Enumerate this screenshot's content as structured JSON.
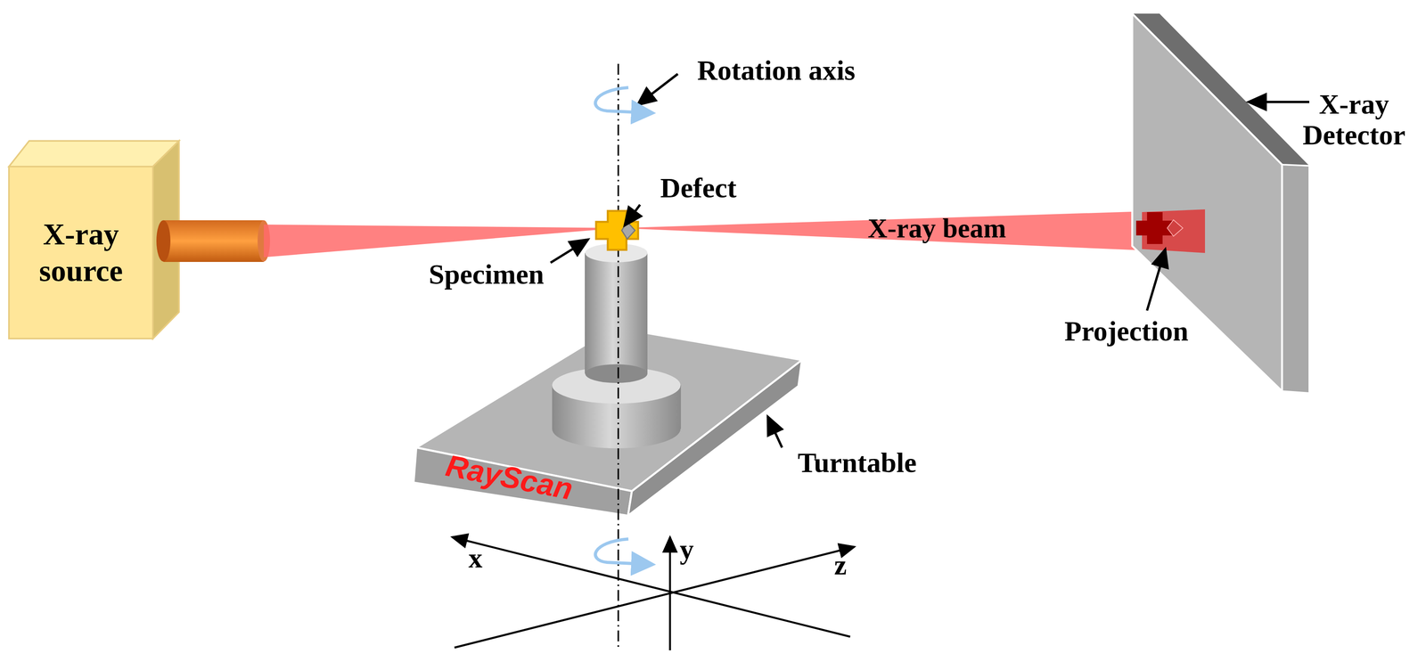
{
  "diagram": {
    "nodes": [
      {
        "text": [
          "X-ray source"
        ]
      }
    ],
    "labels": [
      "Rotation axis",
      "Defect",
      "Specimen",
      "X-ray beam",
      "X-ray Detector",
      "Projection",
      "Turntable",
      "RayScan",
      "x",
      "y",
      "z"
    ]
  }
}
